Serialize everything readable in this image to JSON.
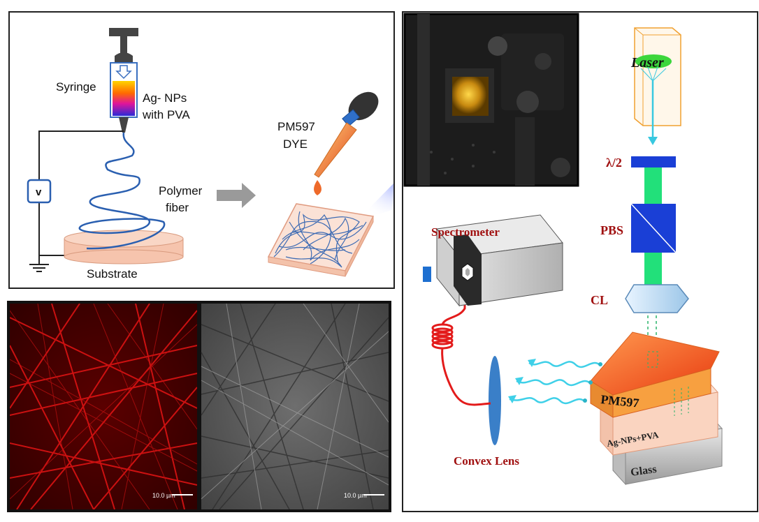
{
  "panel_a": {
    "syringe_label": "Syringe",
    "np_label_line1": "Ag- NPs",
    "np_label_line2": "with PVA",
    "voltage_label": "v",
    "fiber_label_line1": "Polymer",
    "fiber_label_line2": "fiber",
    "substrate_label": "Substrate",
    "dye_label_line1": "PM597",
    "dye_label_line2": "DYE"
  },
  "panel_b": {
    "scale_bar_left": "10.0 µm",
    "scale_bar_right": "10.0 µm"
  },
  "panel_c": {
    "laser_label": "Laser",
    "halfwave_label": "λ/2",
    "pbs_label": "PBS",
    "cl_label": "CL",
    "spectrometer_label": "Spectrometer",
    "convex_lens_label": "Convex Lens",
    "dye_layer_label": "PM597",
    "np_layer_label": "Ag-NPs+PVA",
    "glass_label": "Glass"
  },
  "colors": {
    "fiber_blue": "#2a5fb0",
    "laser_green": "#22e07a",
    "optic_blue": "#1a3fd6",
    "dye_orange": "#f07a2a",
    "emission_cyan": "#3fd0e8",
    "fiber_red": "#e31b1b",
    "label_red": "#a01010"
  }
}
